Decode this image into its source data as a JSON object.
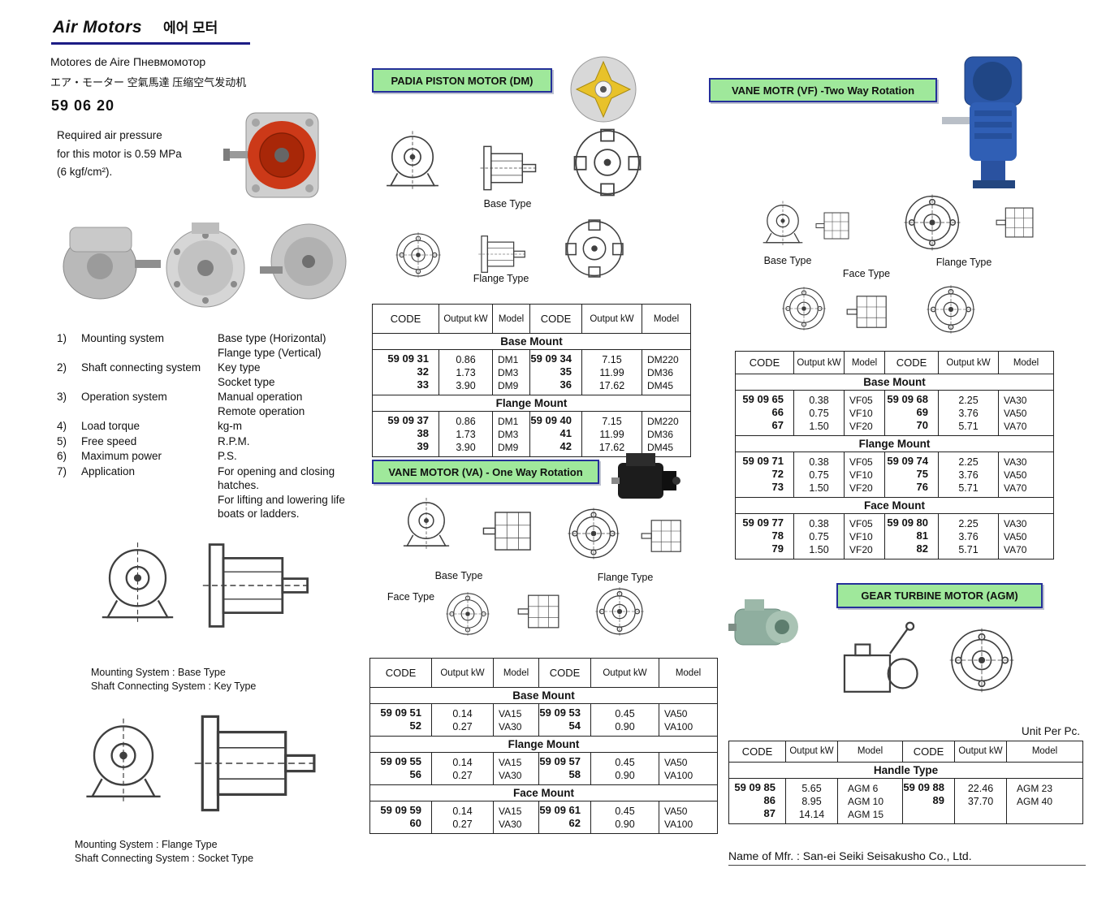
{
  "page": {
    "title": "Air Motors",
    "title_cjk": "에어 모터",
    "subtitle_line1": "Motores de Aire  Пневмомотор",
    "subtitle_line2": "エア・モーター    空氣馬達   压缩空气发动机",
    "item_code": "59 06 20",
    "pressure_note": "Required air pressure\nfor this motor is 0.59 MPa\n(6 kgf/cm²).",
    "unit_note": "Unit Per Pc.",
    "manufacturer": "Name of Mfr. : San-ei Seiki Seisakusho Co., Ltd."
  },
  "features": [
    {
      "num": "1)",
      "label": "Mounting system",
      "values": "Base type (Horizontal)\nFlange type (Vertical)"
    },
    {
      "num": "2)",
      "label": "Shaft connecting system",
      "values": "Key type\nSocket type"
    },
    {
      "num": "3)",
      "label": "Operation system",
      "values": "Manual operation\nRemote operation"
    },
    {
      "num": "4)",
      "label": "Load torque",
      "values": "kg-m"
    },
    {
      "num": "5)",
      "label": "Free speed",
      "values": "R.P.M."
    },
    {
      "num": "6)",
      "label": "Maximum power",
      "values": "P.S."
    },
    {
      "num": "7)",
      "label": "Application",
      "values": "For opening and closing\nhatches.\nFor lifting and lowering life\nboats or ladders."
    }
  ],
  "left_captions": {
    "drawing1": "Mounting System : Base Type\nShaft Connecting System : Key Type",
    "drawing2": "Mounting System : Flange Type\nShaft Connecting System : Socket Type"
  },
  "sections": {
    "dm": {
      "header": "PADIA PISTON MOTOR (DM)",
      "caption_base": "Base Type",
      "caption_flange": "Flange Type",
      "table": {
        "headers": [
          "CODE",
          "Output kW",
          "Model",
          "CODE",
          "Output kW",
          "Model"
        ],
        "groups": [
          {
            "title": "Base Mount",
            "left": {
              "codes": "59 09 31\n32\n33",
              "outputs": "0.86\n1.73\n3.90",
              "models": "DM1\nDM3\nDM9"
            },
            "right": {
              "codes": "59 09 34\n35\n36",
              "outputs": "7.15\n11.99\n17.62",
              "models": "DM220\nDM36\nDM45"
            }
          },
          {
            "title": "Flange Mount",
            "left": {
              "codes": "59 09 37\n38\n39",
              "outputs": "0.86\n1.73\n3.90",
              "models": "DM1\nDM3\nDM9"
            },
            "right": {
              "codes": "59 09 40\n41\n42",
              "outputs": "7.15\n11.99\n17.62",
              "models": "DM220\nDM36\nDM45"
            }
          }
        ]
      }
    },
    "va": {
      "header": "VANE MOTOR (VA) - One Way Rotation",
      "caption_base": "Base Type",
      "caption_flange": "Flange Type",
      "caption_face": "Face Type",
      "table": {
        "headers": [
          "CODE",
          "Output kW",
          "Model",
          "CODE",
          "Output kW",
          "Model"
        ],
        "groups": [
          {
            "title": "Base Mount",
            "left": {
              "codes": "59 09 51\n52",
              "outputs": "0.14\n0.27",
              "models": "VA15\nVA30"
            },
            "right": {
              "codes": "59 09 53\n54",
              "outputs": "0.45\n0.90",
              "models": "VA50\nVA100"
            }
          },
          {
            "title": "Flange Mount",
            "left": {
              "codes": "59 09 55\n56",
              "outputs": "0.14\n0.27",
              "models": "VA15\nVA30"
            },
            "right": {
              "codes": "59 09 57\n58",
              "outputs": "0.45\n0.90",
              "models": "VA50\nVA100"
            }
          },
          {
            "title": "Face Mount",
            "left": {
              "codes": "59 09 59\n60",
              "outputs": "0.14\n0.27",
              "models": "VA15\nVA30"
            },
            "right": {
              "codes": "59 09 61\n62",
              "outputs": "0.45\n0.90",
              "models": "VA50\nVA100"
            }
          }
        ]
      }
    },
    "vf": {
      "header": "VANE MOTR (VF) -Two Way Rotation",
      "caption_base": "Base Type",
      "caption_face": "Face Type",
      "caption_flange": "Flange Type",
      "table": {
        "headers": [
          "CODE",
          "Output kW",
          "Model",
          "CODE",
          "Output kW",
          "Model"
        ],
        "groups": [
          {
            "title": "Base Mount",
            "left": {
              "codes": "59 09 65\n66\n67",
              "outputs": "0.38\n0.75\n1.50",
              "models": "VF05\nVF10\nVF20"
            },
            "right": {
              "codes": "59 09 68\n69\n70",
              "outputs": "2.25\n3.76\n5.71",
              "models": "VA30\nVA50\nVA70"
            }
          },
          {
            "title": "Flange Mount",
            "left": {
              "codes": "59 09 71\n72\n73",
              "outputs": "0.38\n0.75\n1.50",
              "models": "VF05\nVF10\nVF20"
            },
            "right": {
              "codes": "59 09 74\n75\n76",
              "outputs": "2.25\n3.76\n5.71",
              "models": "VA30\nVA50\nVA70"
            }
          },
          {
            "title": "Face Mount",
            "left": {
              "codes": "59 09 77\n78\n79",
              "outputs": "0.38\n0.75\n1.50",
              "models": "VF05\nVF10\nVF20"
            },
            "right": {
              "codes": "59 09 80\n81\n82",
              "outputs": "2.25\n3.76\n5.71",
              "models": "VA30\nVA50\nVA70"
            }
          }
        ]
      }
    },
    "agm": {
      "header": "GEAR TURBINE MOTOR (AGM)",
      "table": {
        "headers": [
          "CODE",
          "Output kW",
          "Model",
          "CODE",
          "Output kW",
          "Model"
        ],
        "groups": [
          {
            "title": "Handle Type",
            "left": {
              "codes": "59 09 85\n86\n87",
              "outputs": "5.65\n8.95\n14.14",
              "models": "AGM 6\nAGM 10\nAGM 15"
            },
            "right": {
              "codes": "59 09 88\n89",
              "outputs": "22.46\n37.70",
              "models": "AGM 23\nAGM 40"
            }
          }
        ]
      }
    }
  }
}
